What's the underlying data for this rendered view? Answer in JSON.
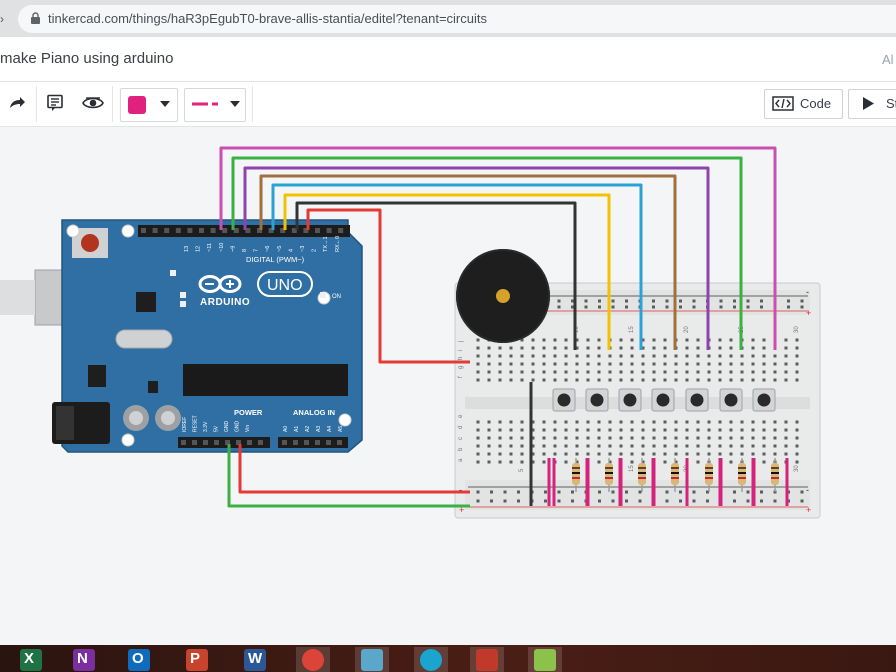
{
  "browser": {
    "url": "tinkercad.com/things/haR3pEgubT0-brave-allis-stantia/editel?tenant=circuits"
  },
  "header": {
    "title": "make Piano using arduino",
    "right_hint": "Al"
  },
  "toolbar": {
    "code_label": "Code",
    "start_label": "St",
    "fill_color": "#e0217e",
    "line_color": "#e0217e"
  },
  "arduino": {
    "brand": "ARDUINO",
    "model": "UNO",
    "digital_label": "DIGITAL (PWM~)",
    "power_label": "POWER",
    "analog_label": "ANALOG IN",
    "on_label": "ON",
    "board_color": "#2f6fa3",
    "pin_numbers_top": [
      "13",
      "12",
      "~11",
      "~10",
      "~9",
      "8",
      "7",
      "~6",
      "~5",
      "4",
      "~3",
      "2",
      "TX→1",
      "RX←0"
    ],
    "pin_labels_power": [
      "IOREF",
      "RESET",
      "3.3V",
      "5V",
      "GND",
      "GND",
      "Vin"
    ],
    "pin_labels_analog": [
      "A0",
      "A1",
      "A2",
      "A3",
      "A4",
      "A5"
    ]
  },
  "breadboard": {
    "plus": "+",
    "minus": "-",
    "col_numbers": [
      "5",
      "10",
      "15",
      "20",
      "25",
      "30"
    ],
    "row_letters_top": [
      "j",
      "i",
      "h",
      "g",
      "f"
    ],
    "row_letters_bottom": [
      "e",
      "d",
      "c",
      "b",
      "a"
    ]
  },
  "wires": {
    "colors": [
      "#c94fb0",
      "#3cb043",
      "#8e44ad",
      "#a0703d",
      "#29a3d6",
      "#f2c200",
      "#e53935",
      "#333333"
    ]
  },
  "taskbar": {
    "apps": [
      {
        "name": "excel",
        "glyph": "X",
        "color": "#1f7244"
      },
      {
        "name": "onenote",
        "glyph": "N",
        "color": "#7b2f9e"
      },
      {
        "name": "outlook",
        "glyph": "O",
        "color": "#0f6cbd"
      },
      {
        "name": "powerpoint",
        "glyph": "P",
        "color": "#c8432b"
      },
      {
        "name": "word",
        "glyph": "W",
        "color": "#2b5797"
      },
      {
        "name": "chrome",
        "glyph": "",
        "color": "#db4437"
      },
      {
        "name": "drive",
        "glyph": "",
        "color": "#5aa7c9"
      },
      {
        "name": "edge",
        "glyph": "",
        "color": "#1aa4d0"
      },
      {
        "name": "app-red",
        "glyph": "",
        "color": "#c0392b"
      },
      {
        "name": "app-chart",
        "glyph": "",
        "color": "#8bc34a"
      }
    ]
  }
}
